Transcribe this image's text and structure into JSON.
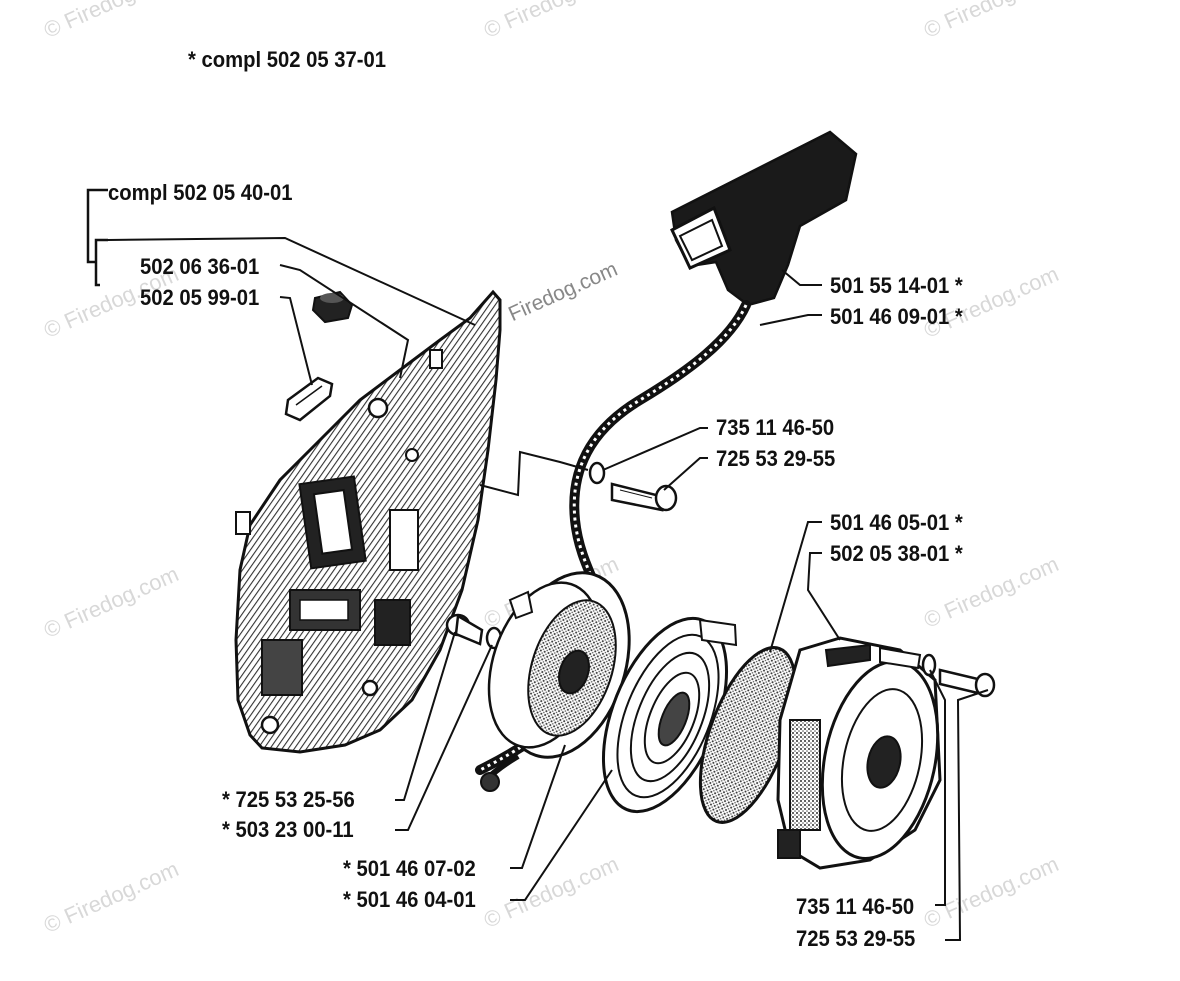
{
  "header": {
    "compl_text": "*  compl 502 05 37-01"
  },
  "group_bracket": {
    "compl_text": "compl  502 05 40-01"
  },
  "labels": {
    "p_502_06_36_01": "502 06 36-01",
    "p_502_05_99_01": "502 05 99-01",
    "p_501_55_14_01": "501 55 14-01  *",
    "p_501_46_09_01": "501 46 09-01  *",
    "p_735_11_46_50_top": "735 11 46-50",
    "p_725_53_29_55_top": "725 53 29-55",
    "p_501_46_05_01": "501 46 05-01  *",
    "p_502_05_38_01": "502 05 38-01  *",
    "p_725_53_25_56": "*  725 53 25-56",
    "p_503_23_00_11": "*  503 23 00-11",
    "p_501_46_07_02": "*  501 46 07-02",
    "p_501_46_04_01": "*  501 46 04-01",
    "p_735_11_46_50_bottom": "735 11 46-50",
    "p_725_53_29_55_bottom": "725 53 29-55"
  },
  "watermark": {
    "text": "© Firedog.com",
    "text_center": "Firedog.com"
  },
  "colors": {
    "ink": "#111111",
    "hatch": "#555555",
    "watermark": "#d8d8d8"
  }
}
